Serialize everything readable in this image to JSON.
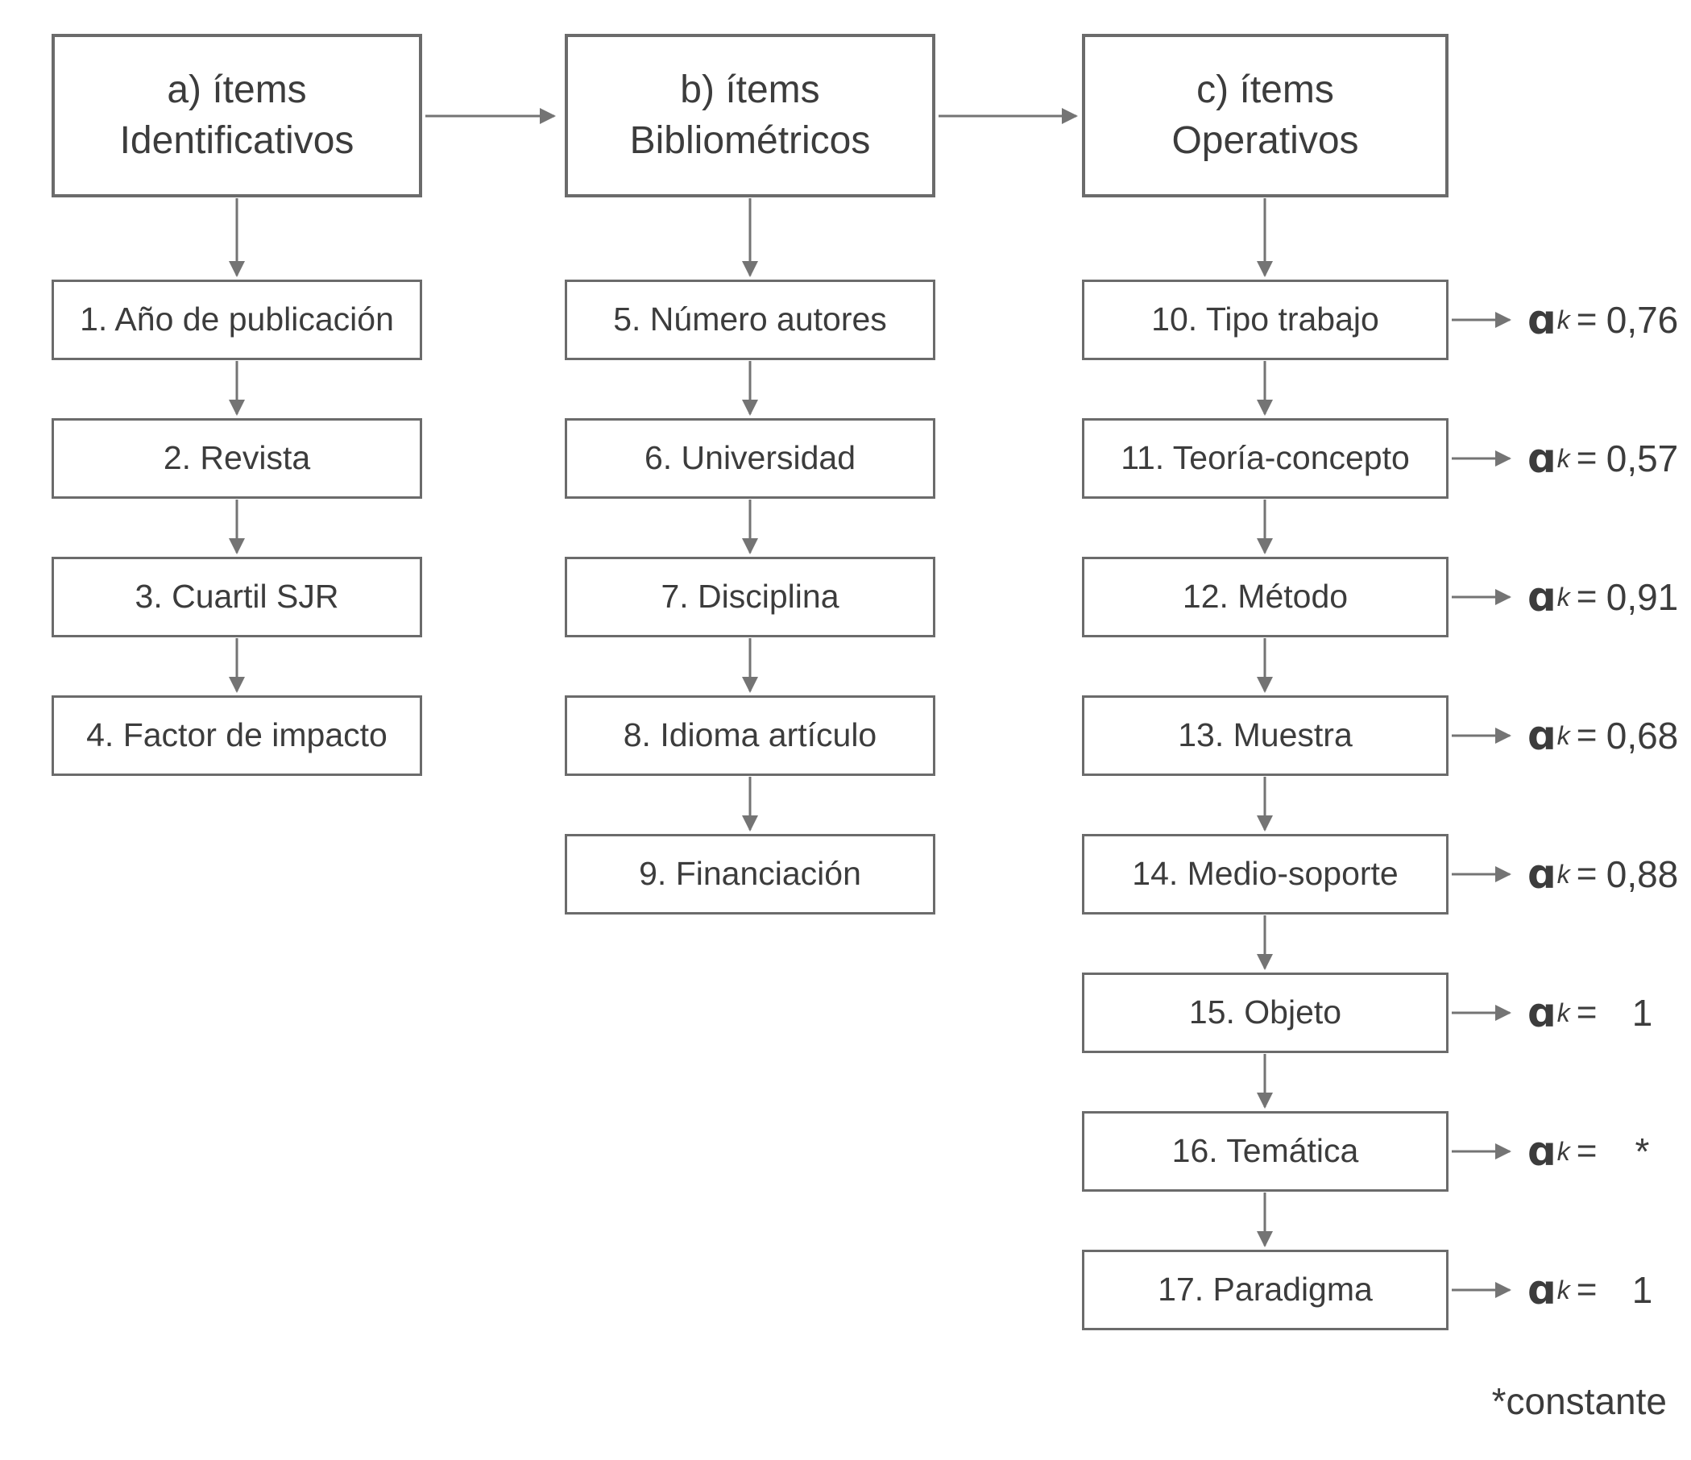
{
  "columns": [
    {
      "header": "a) ítems\nIdentificativos",
      "items": [
        {
          "label": "1. Año de publicación"
        },
        {
          "label": "2. Revista"
        },
        {
          "label": "3. Cuartil SJR"
        },
        {
          "label": "4. Factor de impacto"
        }
      ]
    },
    {
      "header": "b) ítems\nBibliométricos",
      "items": [
        {
          "label": "5. Número autores"
        },
        {
          "label": "6. Universidad"
        },
        {
          "label": "7. Disciplina"
        },
        {
          "label": "8. Idioma artículo"
        },
        {
          "label": "9. Financiación"
        }
      ]
    },
    {
      "header": "c) ítems\nOperativos",
      "items": [
        {
          "label": "10. Tipo trabajo",
          "alpha_value": "0,76"
        },
        {
          "label": "11. Teoría-concepto",
          "alpha_value": "0,57"
        },
        {
          "label": "12. Método",
          "alpha_value": "0,91"
        },
        {
          "label": "13. Muestra",
          "alpha_value": "0,68"
        },
        {
          "label": "14. Medio-soporte",
          "alpha_value": "0,88"
        },
        {
          "label": "15. Objeto",
          "alpha_value": "1"
        },
        {
          "label": "16. Temática",
          "alpha_value": "*"
        },
        {
          "label": "17. Paradigma",
          "alpha_value": "1"
        }
      ]
    }
  ],
  "alpha": {
    "symbol": "ɑ",
    "subscript": "k",
    "equals": "="
  },
  "footnote": "*constante",
  "colors": {
    "box_border": "#6b6b6b",
    "text": "#3c3c3c",
    "arrow": "#747474",
    "background": "#ffffff"
  }
}
